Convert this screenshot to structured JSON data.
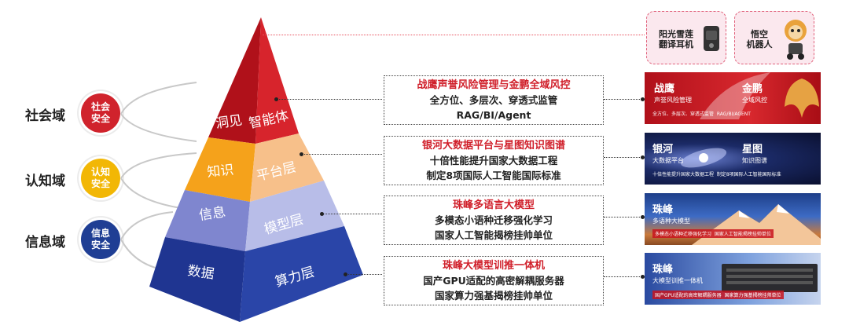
{
  "domains": [
    {
      "label": "社会域",
      "circle": [
        "社会",
        "安全"
      ],
      "color": "#d0232c"
    },
    {
      "label": "认知域",
      "circle": [
        "认知",
        "安全"
      ],
      "color": "#f2b705"
    },
    {
      "label": "信息域",
      "circle": [
        "信息",
        "安全"
      ],
      "color": "#1f3e94"
    }
  ],
  "pyramid": {
    "top_left": "洞见",
    "top_right": "智能体",
    "l2_left": "知识",
    "l2_right": "平台层",
    "l3_left": "信息",
    "l3_right": "模型层",
    "l4_left": "数据",
    "l4_right": "算力层",
    "colors": {
      "red": "#c8161e",
      "orange": "#f5a623",
      "purple": "#8b93d6",
      "blue": "#1f3591"
    }
  },
  "boxes": [
    {
      "title": "战鹰声誉风险管理与金鹏全域风控",
      "lines": [
        "全方位、多层次、穿透式监管",
        "RAG/BI/Agent"
      ]
    },
    {
      "title": "银河大数据平台与星图知识图谱",
      "lines": [
        "十倍性能提升国家大数据工程",
        "制定8项国际人工智能国际标准"
      ]
    },
    {
      "title": "珠峰多语言大模型",
      "lines": [
        "多模态小语种迁移强化学习",
        "国家人工智能揭榜挂帅单位"
      ]
    },
    {
      "title": "珠峰大模型训推一体机",
      "lines": [
        "国产GPU适配的高密解耦服务器",
        "国家算力强基揭榜挂帅单位"
      ]
    }
  ],
  "products": [
    {
      "name": [
        "阳光雪莲",
        "翻译耳机"
      ]
    },
    {
      "name": [
        "悟空",
        "机器人"
      ]
    }
  ],
  "banners": [
    {
      "title1": "战鹰",
      "sub1": "声誉风险管理",
      "title2": "金鹏",
      "sub2": "全域风控",
      "strip1": "全方位、多层次、穿透式监管",
      "strip2": "RAG/BI/AGENT"
    },
    {
      "title1": "银河",
      "sub1": "大数据平台",
      "title2": "星图",
      "sub2": "知识图谱",
      "strip1": "十倍性能提升国家大数据工程",
      "strip2": "制定8项国际人工智能国际标准"
    },
    {
      "title1": "珠峰",
      "sub1": "多语种大模型",
      "strip1": "多模态小语种迁移强化学习",
      "strip2": "国家人工智能揭榜挂帅单位"
    },
    {
      "title1": "珠峰",
      "sub1": "大模型训推一体机",
      "strip1": "国产GPU适配的高密解耦服务器",
      "strip2": "国家算力强基揭榜挂帅单位"
    }
  ]
}
